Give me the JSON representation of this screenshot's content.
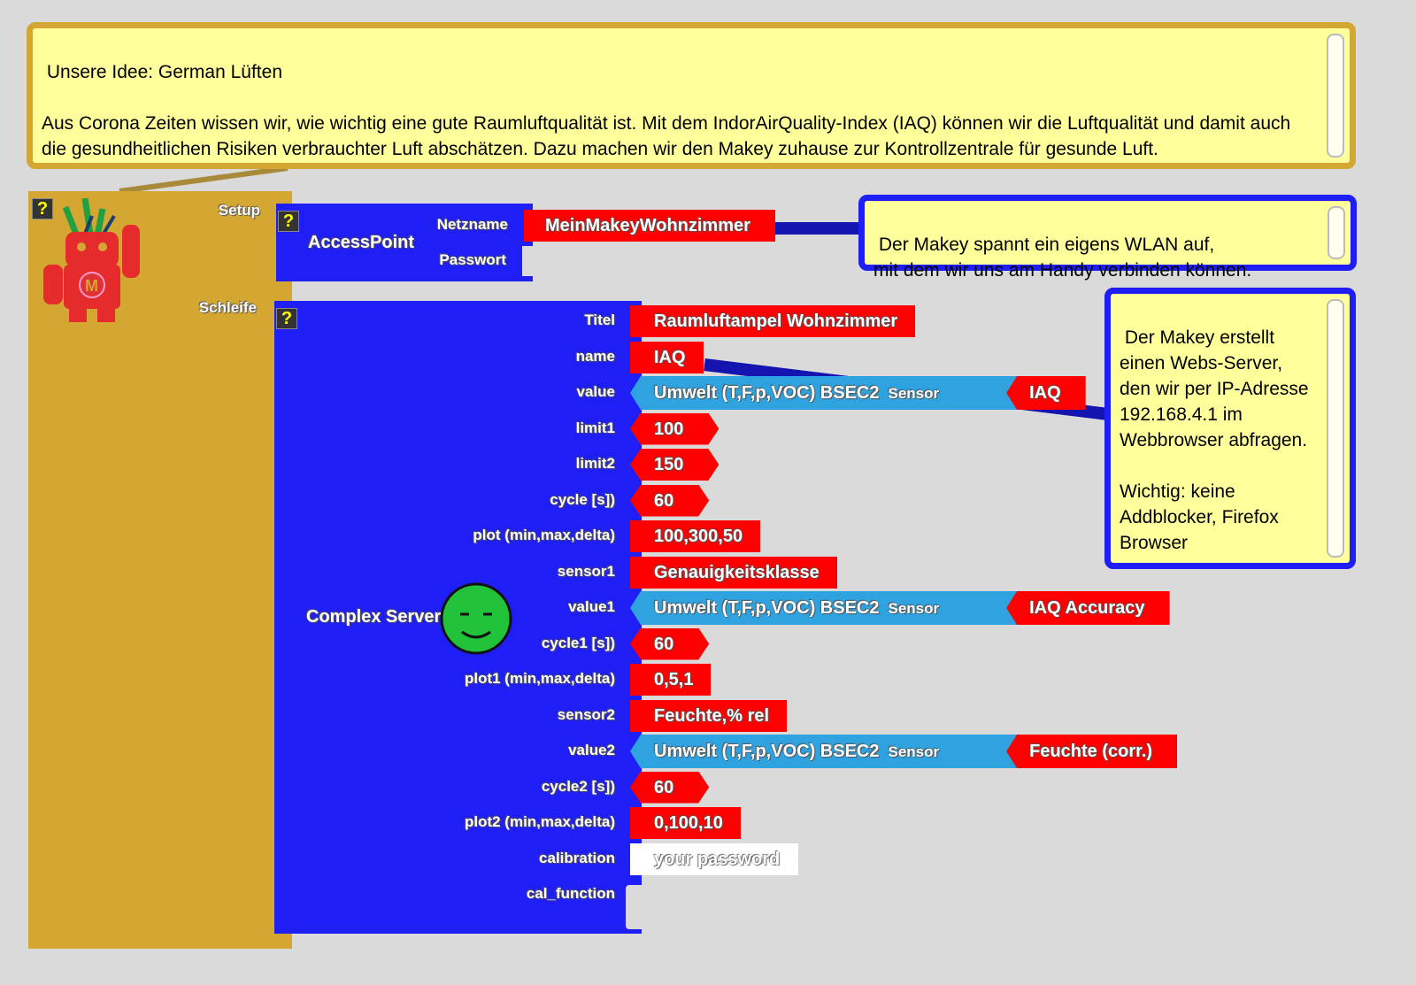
{
  "comments": {
    "idea": "Unsere Idee: German Lüften\n\nAus Corona Zeiten wissen wir, wie wichtig eine gute Raumluftqualität ist. Mit dem IndorAirQuality-Index (IAQ) können wir die Luftqualität und damit auch die gesundheitlichen Risiken verbrauchter Luft abschätzen. Dazu machen wir den Makey zuhause zur Kontrollzentrale für gesunde Luft.",
    "wlan": "Der Makey spannt ein eigens WLAN auf,\nmit dem wir uns am Handy verbinden können.",
    "server": "Der Makey erstellt\neinen Webs-Server,\nden wir per IP-Adresse\n192.168.4.1 im\nWebbrowser abfragen.\n\nWichtig: keine\nAddblocker, Firefox\nBrowser"
  },
  "main": {
    "help": "?",
    "setup": "Setup",
    "loop": "Schleife"
  },
  "accesspoint": {
    "help": "?",
    "title": "AccessPoint",
    "netname_label": "Netzname",
    "netname": "MeinMakeyWohnzimmer",
    "password_label": "Passwort"
  },
  "server": {
    "help": "?",
    "title": "Complex Server",
    "rows": [
      {
        "label": "Titel",
        "value": "Raumluftampel Wohnzimmer",
        "kind": "text"
      },
      {
        "label": "name",
        "value": "IAQ",
        "kind": "text"
      },
      {
        "label": "value",
        "sensor": "Umwelt (T,F,p,VOC) BSEC2",
        "sensor_word": "Sensor",
        "value": "IAQ",
        "kind": "sensor"
      },
      {
        "label": "limit1",
        "value": "100",
        "kind": "num"
      },
      {
        "label": "limit2",
        "value": "150",
        "kind": "num"
      },
      {
        "label": "cycle [s])",
        "value": "60",
        "kind": "num"
      },
      {
        "label": "plot (min,max,delta)",
        "value": "100,300,50",
        "kind": "text"
      },
      {
        "label": "sensor1",
        "value": "Genauigkeitsklasse",
        "kind": "text"
      },
      {
        "label": "value1",
        "sensor": "Umwelt (T,F,p,VOC) BSEC2",
        "sensor_word": "Sensor",
        "value": "IAQ Accuracy",
        "kind": "sensor"
      },
      {
        "label": "cycle1 [s])",
        "value": "60",
        "kind": "num"
      },
      {
        "label": "plot1 (min,max,delta)",
        "value": "0,5,1",
        "kind": "text"
      },
      {
        "label": "sensor2",
        "value": "Feuchte,% rel",
        "kind": "text"
      },
      {
        "label": "value2",
        "sensor": "Umwelt (T,F,p,VOC) BSEC2",
        "sensor_word": "Sensor",
        "value": "Feuchte (corr.)",
        "kind": "sensor"
      },
      {
        "label": "cycle2 [s])",
        "value": "60",
        "kind": "num"
      },
      {
        "label": "plot2 (min,max,delta)",
        "value": "0,100,10",
        "kind": "text"
      },
      {
        "label": "calibration",
        "value": "your password",
        "kind": "input"
      },
      {
        "label": "cal_function",
        "kind": "statement"
      }
    ]
  },
  "colors": {
    "gold": "#d4a632",
    "blue": "#1f1ff5",
    "red": "#ff0000",
    "cyan": "#2fa3e0",
    "comment": "#ffff9c"
  }
}
